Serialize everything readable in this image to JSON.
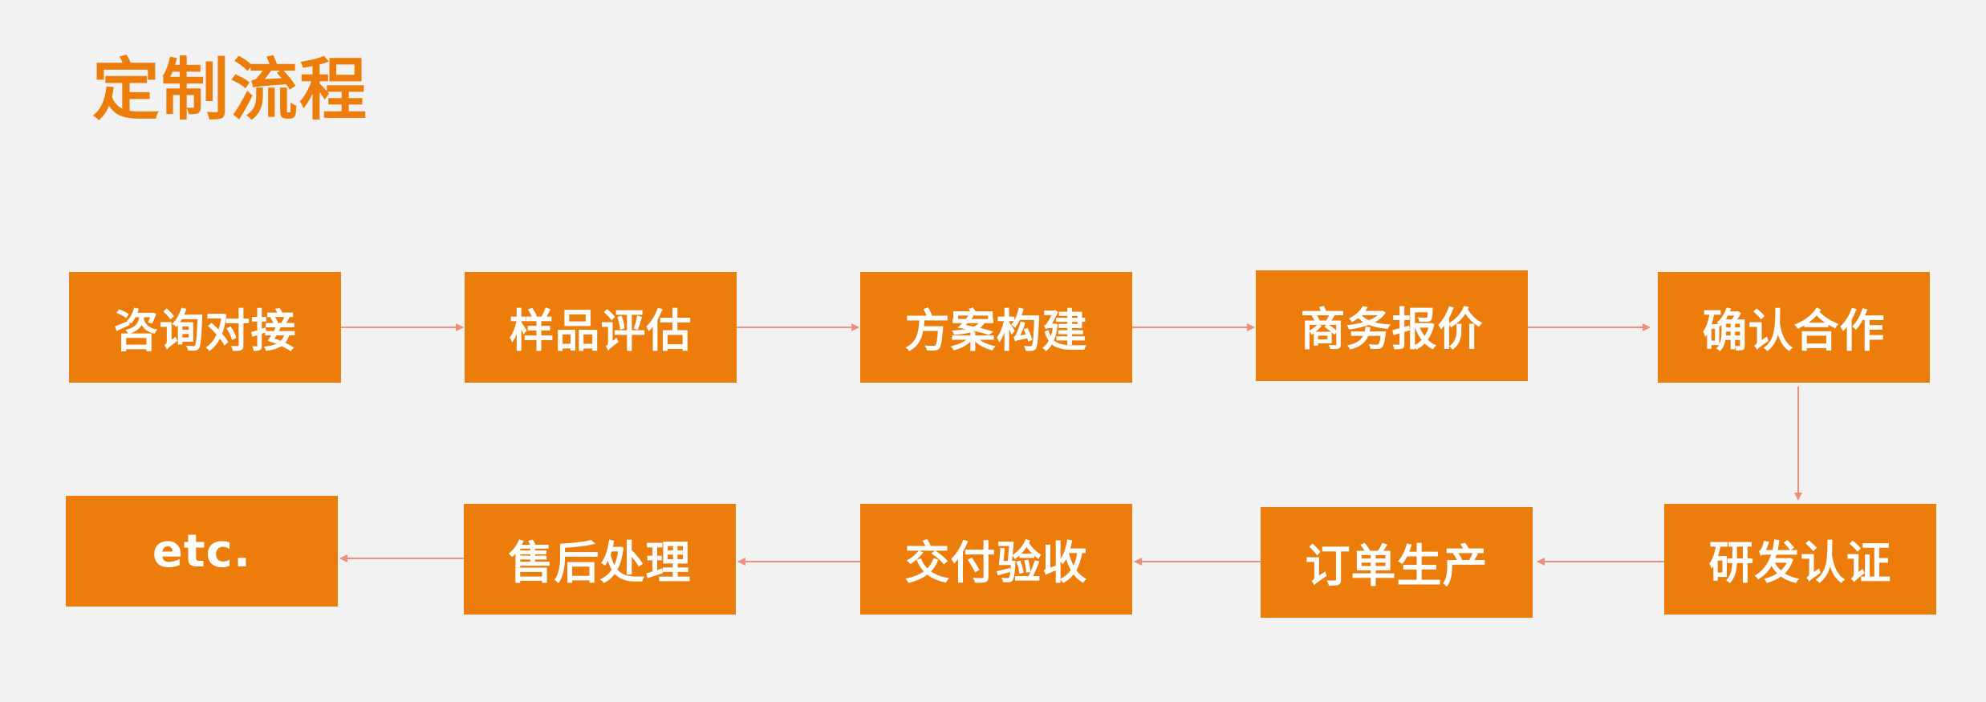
{
  "title": "定制流程",
  "steps": [
    "咨询对接",
    "样品评估",
    "方案构建",
    "商务报价",
    "确认合作",
    "研发认证",
    "订单生产",
    "交付验收",
    "售后处理",
    "etc."
  ],
  "colors": {
    "box": "#ed7d0a",
    "box_text": "#ffffff",
    "arrow": "#ee8f7c",
    "title": "#ed7d0a",
    "background": "#f2f2f2"
  }
}
